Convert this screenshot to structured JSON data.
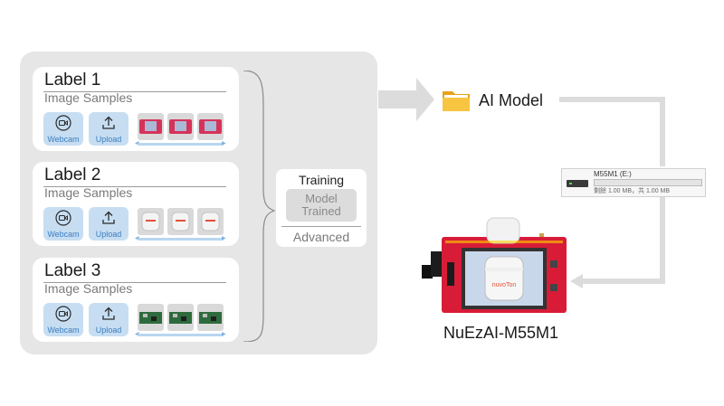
{
  "labels": [
    {
      "title": "Label 1",
      "subtitle": "Image Samples",
      "webcam": "Webcam",
      "upload": "Upload",
      "sample_type": "red-board"
    },
    {
      "title": "Label 2",
      "subtitle": "Image Samples",
      "webcam": "Webcam",
      "upload": "Upload",
      "sample_type": "white-case"
    },
    {
      "title": "Label 3",
      "subtitle": "Image Samples",
      "webcam": "Webcam",
      "upload": "Upload",
      "sample_type": "green-board"
    }
  ],
  "training": {
    "title": "Training",
    "button_line1": "Model",
    "button_line2": "Trained",
    "advanced": "Advanced"
  },
  "model": {
    "label": "AI Model",
    "icon": "folder-icon"
  },
  "drive": {
    "name": "M55M1 (E:)",
    "usage": "剩餘 1.00 MB，共 1.00 MB"
  },
  "device": {
    "label": "NuEzAI-M55M1",
    "brand": "nuvoTon"
  },
  "colors": {
    "panel": "#e6e6e6",
    "button": "#c7def2",
    "button_text": "#3b7dc2",
    "arrow": "#dcdcdc",
    "board_red": "#d81c38"
  }
}
